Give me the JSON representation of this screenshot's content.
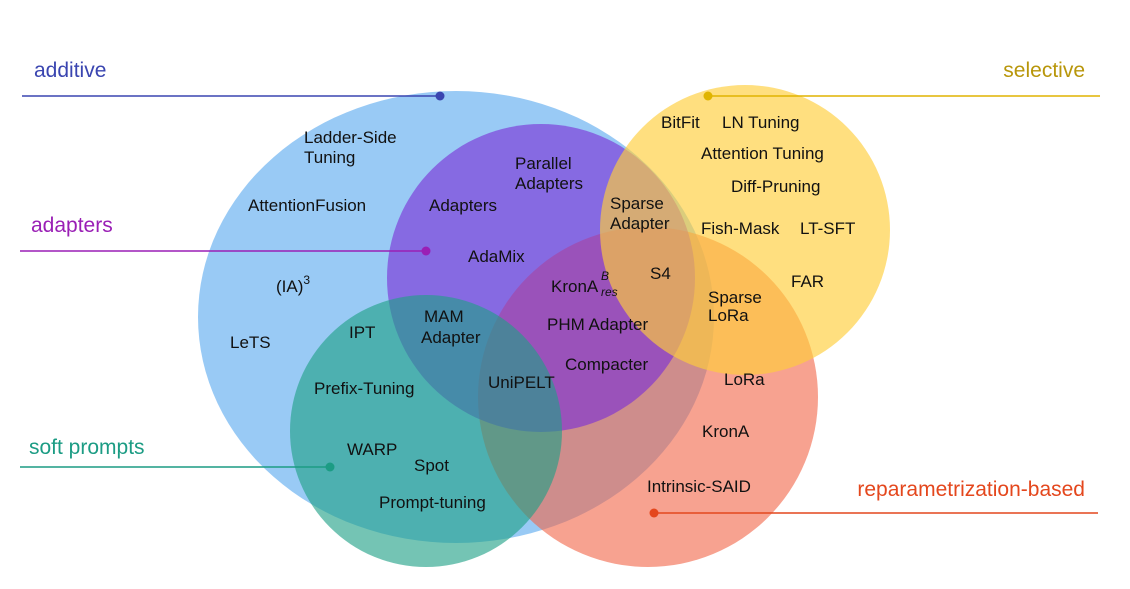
{
  "colors": {
    "additive": "#5aa9ef",
    "adapters": "#7a2fd6",
    "selective": "#ffce3a",
    "reparam": "#f26446",
    "soft_prompts": "#1f9f86",
    "additive_text": "#3a45b0",
    "adapters_text": "#9a1fb5",
    "selective_text": "#b8960a",
    "soft_prompts_text": "#1c9c84",
    "reparam_text": "#e4471d"
  },
  "categories": {
    "additive": "additive",
    "selective": "selective",
    "adapters": "adapters",
    "soft_prompts": "soft prompts",
    "reparam": "reparametrization-based"
  },
  "methods": {
    "ladder_side_1": "Ladder-Side",
    "ladder_side_2": "Tuning",
    "attention_fusion": "AttentionFusion",
    "ia3_base": "(IA)",
    "ia3_sup": "3",
    "lets": "LeTS",
    "ipt": "IPT",
    "prefix_tuning": "Prefix-Tuning",
    "warp": "WARP",
    "spot": "Spot",
    "prompt_tuning": "Prompt-tuning",
    "parallel_adapters_1": "Parallel",
    "parallel_adapters_2": "Adapters",
    "adapters": "Adapters",
    "adamix": "AdaMix",
    "mam_adapter_1": "MAM",
    "mam_adapter_2": "Adapter",
    "kronab_base": "KronA",
    "kronab_sup": "B",
    "kronab_sub": "res",
    "s4": "S4",
    "phm_adapter": "PHM Adapter",
    "compacter": "Compacter",
    "unipelt": "UniPELT",
    "sparse_adapter_1": "Sparse",
    "sparse_adapter_2": "Adapter",
    "bitfit": "BitFit",
    "ln_tuning": "LN Tuning",
    "attention_tuning": "Attention Tuning",
    "diff_pruning": "Diff-Pruning",
    "fish_mask": "Fish-Mask",
    "lt_sft": "LT-SFT",
    "far": "FAR",
    "sparse_lora_1": "Sparse",
    "sparse_lora_2": "LoRa",
    "lora": "LoRa",
    "krona": "KronA",
    "intrinsic_said": "Intrinsic-SAID"
  }
}
